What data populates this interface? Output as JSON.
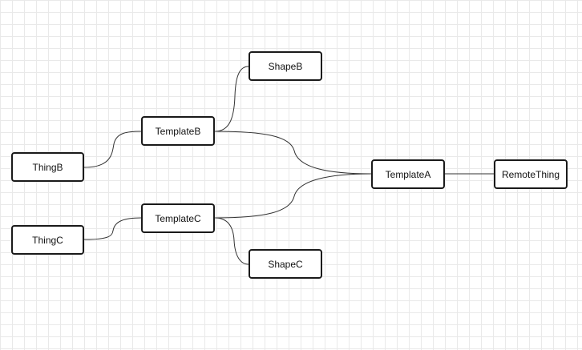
{
  "diagram": {
    "nodes": {
      "thingb": "ThingB",
      "thingc": "ThingC",
      "templateb": "TemplateB",
      "templatec": "TemplateC",
      "shapeb": "ShapeB",
      "shapec": "ShapeC",
      "templatea": "TemplateA",
      "remotething": "RemoteThing"
    },
    "edges": [
      {
        "from": "ThingB",
        "to": "TemplateB"
      },
      {
        "from": "TemplateB",
        "to": "ShapeB"
      },
      {
        "from": "TemplateB",
        "to": "TemplateA"
      },
      {
        "from": "ThingC",
        "to": "TemplateC"
      },
      {
        "from": "TemplateC",
        "to": "ShapeC"
      },
      {
        "from": "TemplateC",
        "to": "TemplateA"
      },
      {
        "from": "TemplateA",
        "to": "RemoteThing"
      }
    ],
    "colors": {
      "node_border": "#1a1a1a",
      "edge": "#333333",
      "grid": "#e9e9e9",
      "background": "#ffffff"
    }
  }
}
